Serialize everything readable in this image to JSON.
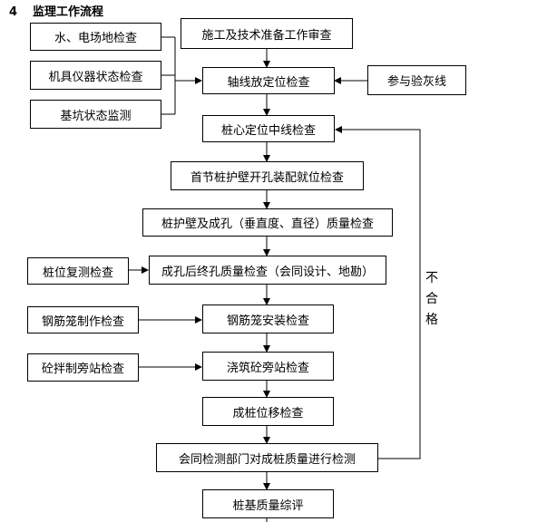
{
  "heading": {
    "number": "4",
    "title": "监理工作流程"
  },
  "boxes": {
    "water_power": "水、电场地检查",
    "machine_check": "机具仪器状态检查",
    "pit_monitor": "基坑状态监测",
    "construction_review": "施工及技术准备工作审查",
    "axis_layout": "轴线放定位检查",
    "grey_line": "参与验灰线",
    "pile_center": "桩心定位中线检查",
    "first_section": "首节桩护壁开孔装配就位检查",
    "wall_quality": "桩护壁及成孔（垂直度、直径）质量检查",
    "pile_recheck": "桩位复测检查",
    "hole_quality": "成孔后终孔质量检查（会同设计、地勘）",
    "cage_make": "钢筋笼制作检查",
    "cage_install": "钢筋笼安装检查",
    "concrete_mix": "砼拌制旁站检查",
    "pouring": "浇筑砼旁站检查",
    "displacement": "成桩位移检查",
    "quality_test": "会同检测部门对成桩质量进行检测",
    "evaluation": "桩基质量综评"
  },
  "feedback_label": [
    "不",
    "合",
    "格"
  ]
}
